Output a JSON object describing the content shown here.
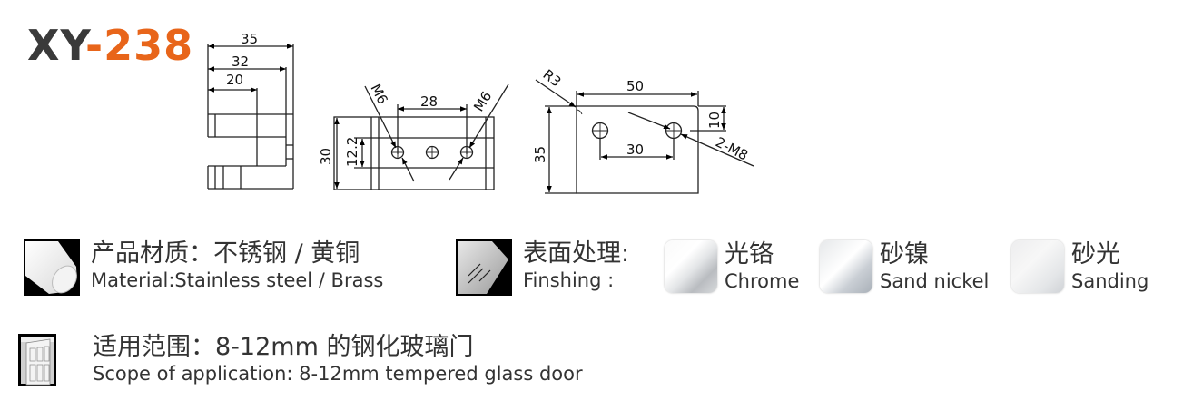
{
  "header": {
    "model_prefix": "XY",
    "model_dash": "-",
    "model_number": "238",
    "accent_color": "#e8651a",
    "prefix_color": "#3a3a3a"
  },
  "drawings": {
    "side_view": {
      "dims": [
        "35",
        "32",
        "20"
      ]
    },
    "front_view": {
      "dims": {
        "height": "30",
        "hole_span": "12.2",
        "hole_spacing": "28",
        "thread_left": "M6",
        "thread_right": "M6"
      }
    },
    "top_view": {
      "dims": {
        "radius": "R3",
        "width": "50",
        "height": "35",
        "edge_offset": "10",
        "hole_spacing": "30",
        "holes": "2-M8"
      }
    }
  },
  "specs": {
    "material": {
      "icon": "metal-rod-icon",
      "label_cn": "产品材质：不锈钢 / 黄铜",
      "label_en": "Material:Stainless steel / Brass"
    },
    "finishing": {
      "icon": "glass-panel-icon",
      "label_cn": "表面处理:",
      "label_en": "Finshing :",
      "options": [
        {
          "swatch": "chrome",
          "cn": "光铬",
          "en": "Chrome"
        },
        {
          "swatch": "sand-nickel",
          "cn": "砂镍",
          "en": "Sand nickel"
        },
        {
          "swatch": "sanding",
          "cn": "砂光",
          "en": "Sanding"
        }
      ]
    },
    "scope": {
      "icon": "door-icon",
      "label_cn": "适用范围：8-12mm 的钢化玻璃门",
      "label_en": "Scope of application: 8-12mm tempered glass door"
    }
  }
}
